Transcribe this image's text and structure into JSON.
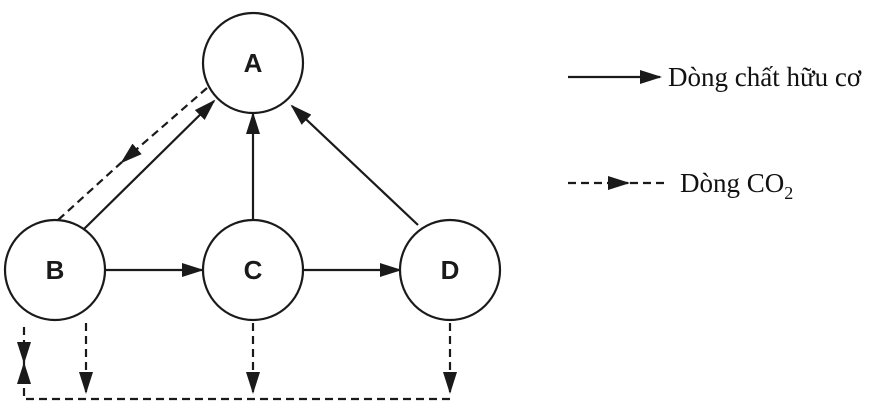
{
  "nodes": [
    {
      "id": "A",
      "label": "A"
    },
    {
      "id": "B",
      "label": "B"
    },
    {
      "id": "C",
      "label": "C"
    },
    {
      "id": "D",
      "label": "D"
    }
  ],
  "legend": {
    "organic_flow": "Dòng chất hữu cơ",
    "co2_flow_prefix": "Dòng CO",
    "co2_flow_subscript": "2"
  },
  "colors": {
    "stroke": "#1a1a1a",
    "background": "#ffffff"
  }
}
